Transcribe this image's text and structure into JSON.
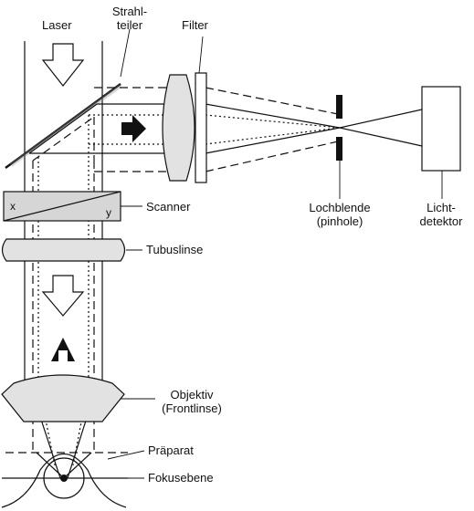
{
  "labels": {
    "laser": "Laser",
    "beamsplitter_1": "Strahl-",
    "beamsplitter_2": "teiler",
    "filter": "Filter",
    "scanner": "Scanner",
    "scanner_x": "x",
    "scanner_y": "y",
    "tube_lens": "Tubuslinse",
    "pinhole_1": "Lochblende",
    "pinhole_2": "(pinhole)",
    "detector_1": "Licht-",
    "detector_2": "detektor",
    "objective_1": "Objektiv",
    "objective_2": "(Frontlinse)",
    "specimen": "Präparat",
    "focal_plane": "Fokusebene"
  },
  "colors": {
    "line": "#111111",
    "lens_fill": "#e2e2e2",
    "background": "#ffffff"
  }
}
